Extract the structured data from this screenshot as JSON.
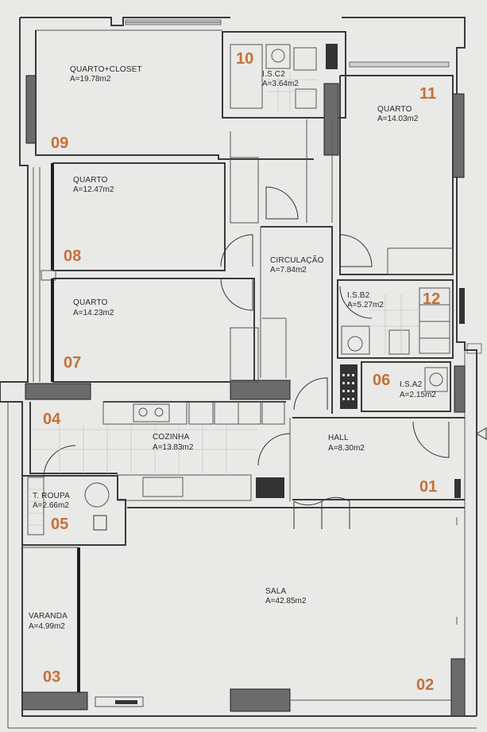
{
  "rooms": {
    "quarto_closet": {
      "name": "QUARTO+CLOSET",
      "area": "A=19.78m2",
      "num": "09"
    },
    "isc2": {
      "name": "I.S.C2",
      "area": "A=3.64m2",
      "num": "10"
    },
    "quarto11": {
      "name": "QUARTO",
      "area": "A=14.03m2",
      "num": "11"
    },
    "quarto08": {
      "name": "QUARTO",
      "area": "A=12.47m2",
      "num": "08"
    },
    "circulacao": {
      "name": "CIRCULAÇÃO",
      "area": "A=7.84m2"
    },
    "quarto07": {
      "name": "QUARTO",
      "area": "A=14.23m2",
      "num": "07"
    },
    "isb2": {
      "name": "I.S.B2",
      "area": "A=5.27m2",
      "num": "12"
    },
    "isa2": {
      "name": "I.S.A2",
      "area": "A=2.15m2",
      "num": "06"
    },
    "cozinha": {
      "name": "COZINHA",
      "area": "A=13.83m2",
      "num": "04"
    },
    "hall": {
      "name": "HALL",
      "area": "A=8.30m2",
      "num": "01"
    },
    "roupa": {
      "name": "T. ROUPA",
      "area": "A=2.66m2",
      "num": "05"
    },
    "sala": {
      "name": "SALA",
      "area": "A=42.85m2",
      "num": "02"
    },
    "varanda": {
      "name": "VARANDA",
      "area": "A=4.99m2",
      "num": "03"
    }
  },
  "colors": {
    "wall": "#3a3a3a",
    "number": "#c4703a",
    "paper": "#e9e9e7"
  }
}
